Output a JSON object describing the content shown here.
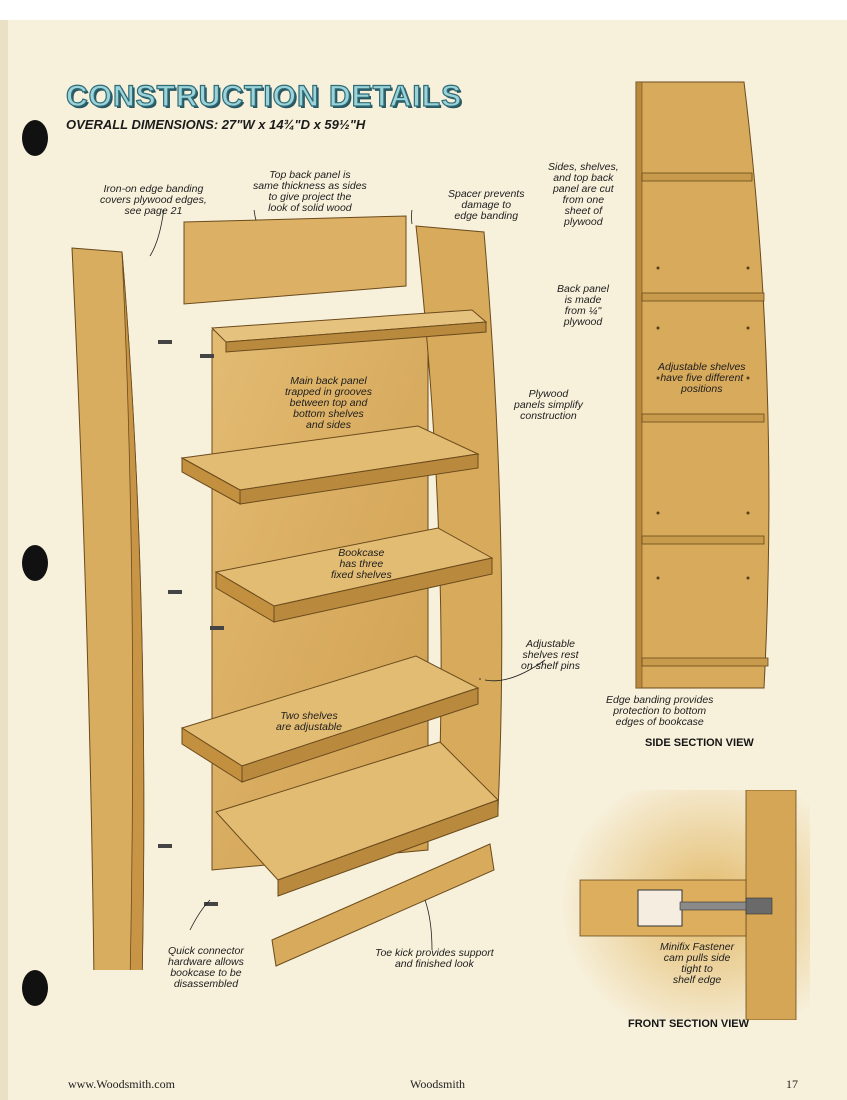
{
  "header": {
    "title": "CONSTRUCTION DETAILS",
    "dimensions": "OVERALL DIMENSIONS: 27\"W x 14¾\"D x 59½\"H"
  },
  "callouts": {
    "edge_banding": [
      "Iron-on edge banding",
      "covers plywood edges,",
      "see page 21"
    ],
    "top_back_panel": [
      "Top back panel is",
      "same thickness as sides",
      "to give project the",
      "look of solid wood"
    ],
    "spacer": [
      "Spacer prevents",
      "damage to",
      "edge banding"
    ],
    "main_back_panel": [
      "Main back panel",
      "trapped in grooves",
      "between top and",
      "bottom shelves",
      "and sides"
    ],
    "plywood_panels": [
      "Plywood",
      "panels simplify",
      "construction"
    ],
    "fixed_shelves": [
      "Bookcase",
      "has three",
      "fixed shelves"
    ],
    "shelf_pins": [
      "Adjustable",
      "shelves rest",
      "on shelf pins"
    ],
    "two_adjustable": [
      "Two shelves",
      "are adjustable"
    ],
    "quick_connector": [
      "Quick connector",
      "hardware allows",
      "bookcase to be",
      "disassembled"
    ],
    "toe_kick": [
      "Toe kick provides support",
      "and finished look"
    ],
    "one_sheet": [
      "Sides, shelves,",
      "and top back",
      "panel are cut",
      "from one",
      "sheet of",
      "plywood"
    ],
    "back_panel_quarter": [
      "Back panel",
      "is made",
      "from ¼\"",
      "plywood"
    ],
    "five_positions": [
      "Adjustable shelves",
      "have five different",
      "positions"
    ],
    "bottom_edge_banding": [
      "Edge banding provides",
      "protection to bottom",
      "edges of bookcase"
    ],
    "minifix": [
      "Minifix Fastener",
      "cam pulls side",
      "tight to",
      "shelf edge"
    ]
  },
  "views": {
    "side_section": "SIDE SECTION VIEW",
    "front_section": "FRONT SECTION VIEW"
  },
  "footer": {
    "website": "www.Woodsmith.com",
    "magazine": "Woodsmith",
    "page_number": "17"
  },
  "colors": {
    "wood": "#d9ad5f",
    "wood_dark": "#b98a3e",
    "wood_light": "#e6c27f",
    "title_fill": "#9bd3d8",
    "title_stroke": "#2e6c78",
    "paper": "#f7f0db"
  }
}
